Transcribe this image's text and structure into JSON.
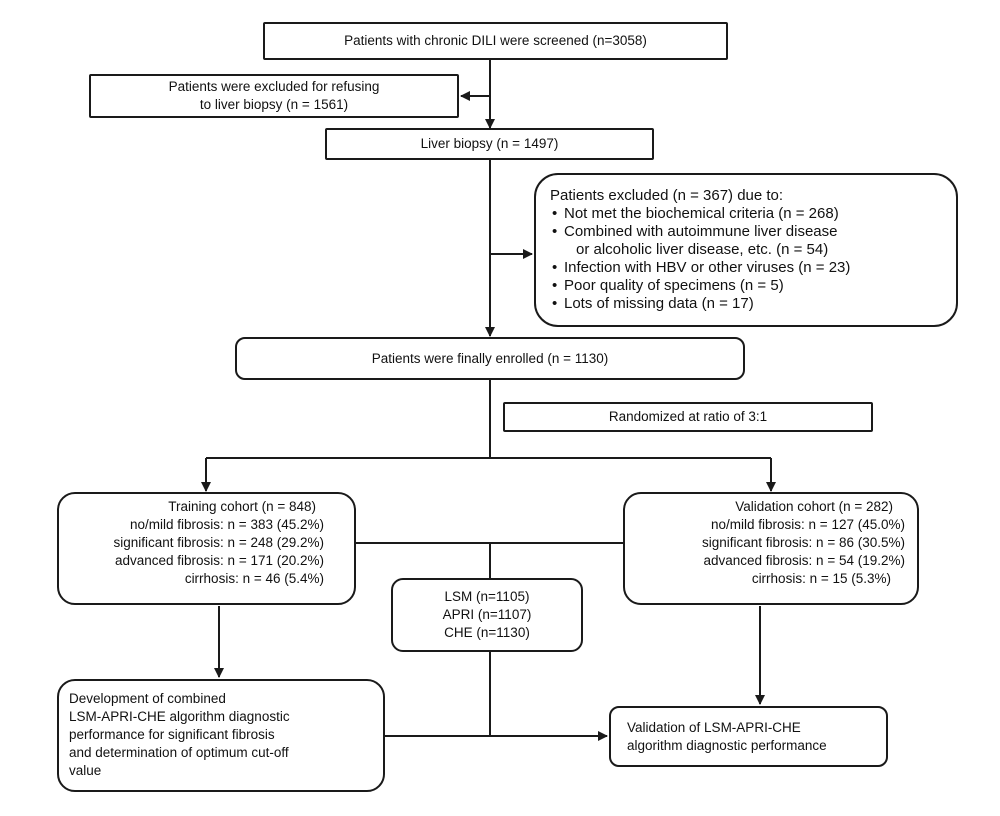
{
  "screened": "Patients with chronic DILI were screened (n=3058)",
  "refused": [
    "Patients were excluded for refusing",
    "to liver biopsy (n = 1561)"
  ],
  "biopsy": "Liver biopsy (n = 1497)",
  "excluded": {
    "title": "Patients excluded (n = 367) due to:",
    "items": [
      "Not met the biochemical criteria (n = 268)",
      "Combined with autoimmune liver disease",
      "or alcoholic liver disease, etc. (n = 54)",
      "Infection with HBV or other viruses (n = 23)",
      "Poor quality of specimens (n = 5)",
      "Lots of missing data (n = 17)"
    ]
  },
  "enrolled": "Patients were finally enrolled (n = 1130)",
  "randomized": "Randomized at ratio of 3:1",
  "training": {
    "lines": [
      "Training cohort (n = 848)",
      "no/mild fibrosis: n = 383 (45.2%)",
      "significant fibrosis: n = 248 (29.2%)",
      "advanced fibrosis: n = 171 (20.2%)",
      "cirrhosis: n = 46 (5.4%)"
    ]
  },
  "validation": {
    "lines": [
      "Validation cohort (n = 282)",
      "no/mild fibrosis: n = 127 (45.0%)",
      "significant fibrosis: n = 86 (30.5%)",
      "advanced fibrosis: n = 54 (19.2%)",
      "cirrhosis: n = 15 (5.3%)"
    ]
  },
  "markers": [
    "LSM (n=1105)",
    "APRI (n=1107)",
    "CHE (n=1130)"
  ],
  "development": [
    "Development of combined",
    "LSM-APRI-CHE algorithm diagnostic",
    "performance for significant fibrosis",
    "and determination of optimum cut-off",
    "value"
  ],
  "validation_perf": [
    "Validation of LSM-APRI-CHE",
    "algorithm diagnostic performance"
  ]
}
